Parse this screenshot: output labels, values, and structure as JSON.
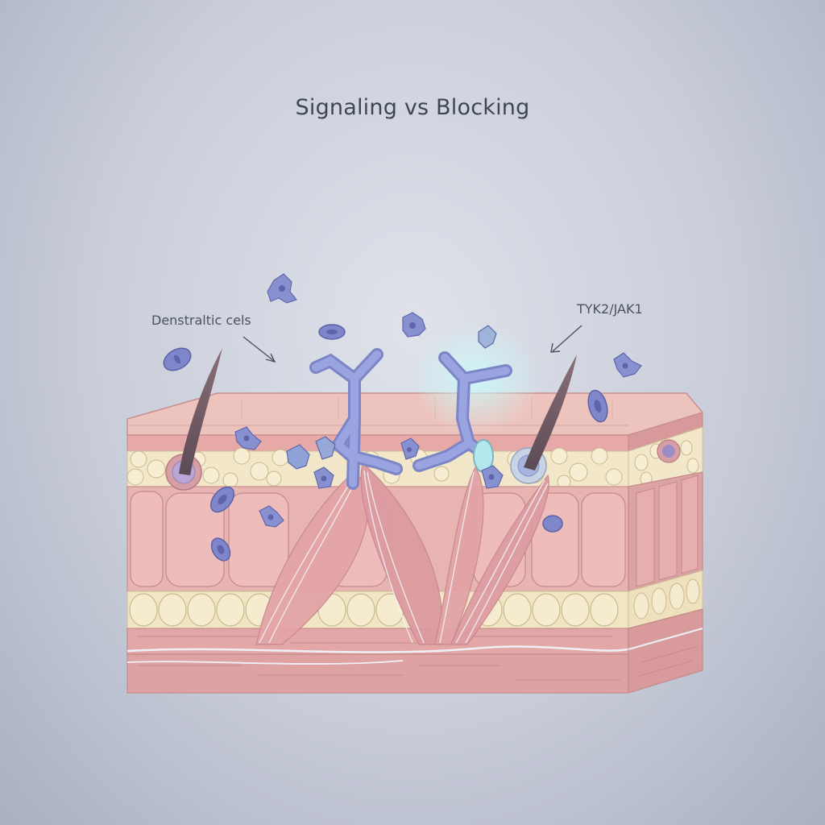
{
  "title": "Signaling vs Blocking",
  "labels": {
    "dendritic_cells": "Denstraltic cels",
    "tyk2_jak1": "TYK2/JAK1"
  },
  "colors": {
    "background": "#c9cdd9",
    "skin_surface": "#e9b7b3",
    "dermis": "#e7b6b4",
    "fat_cells": "#f2ead0",
    "muscle": "#dba2a3",
    "receptor": "#8f9ad6",
    "immune_cell": "#7f86c9",
    "glow": "#bff3f4"
  }
}
